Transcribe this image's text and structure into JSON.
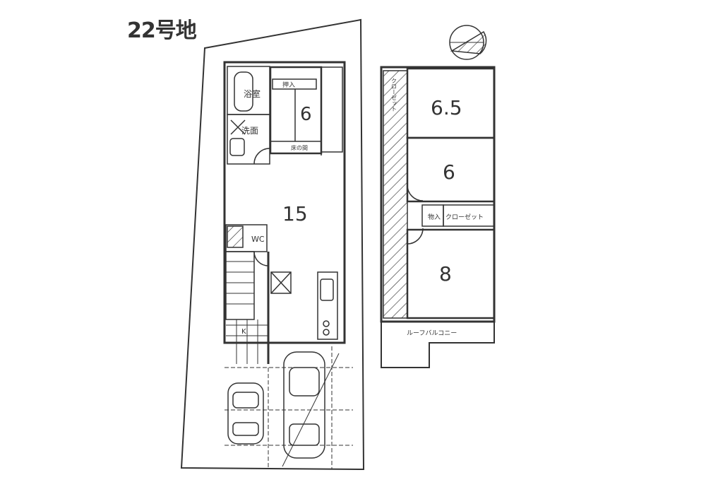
{
  "title": "22号地",
  "first_floor": {
    "bath": "浴室",
    "washroom": "洗面",
    "closet_oshiire": "押入",
    "tokonoma": "床の間",
    "japanese_room": "6",
    "ldk": "15",
    "wc": "WC",
    "kitchen": "K"
  },
  "second_floor": {
    "room_a": "6.5",
    "room_a_closet": "クローゼット",
    "room_b": "6",
    "storage": "物入",
    "closet": "クローゼット",
    "room_c": "8",
    "balcony": "ルーフバルコニー"
  },
  "colors": {
    "line": "#333333",
    "background": "#ffffff"
  }
}
